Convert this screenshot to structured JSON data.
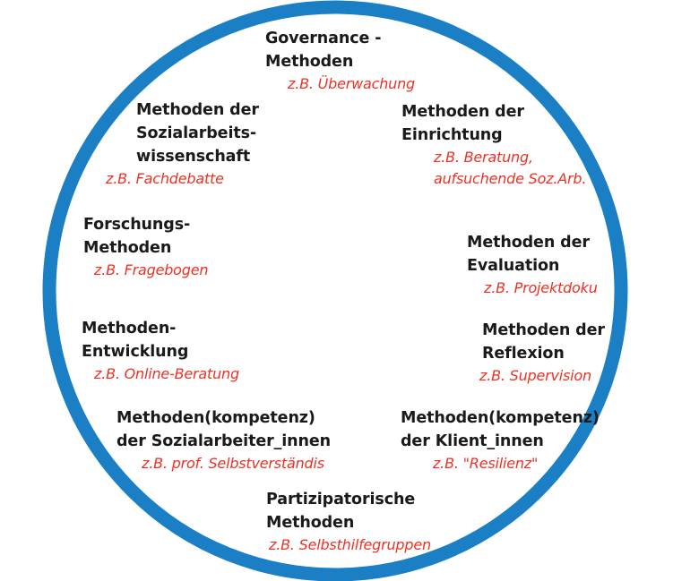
{
  "diagram": {
    "shape": "circle",
    "circle_color": "#1a7fc4",
    "title_color": "#1a1a1a",
    "example_color": "#ed3124",
    "blocks": [
      {
        "id": "governance",
        "title_lines": [
          "Governance -",
          "Methoden"
        ],
        "example_lines": [
          "z.B. Überwachung"
        ]
      },
      {
        "id": "sozialarbeitswissenschaft",
        "title_lines": [
          "Methoden der",
          "Sozialarbeits-",
          "wissenschaft"
        ],
        "example_lines": [
          "z.B. Fachdebatte"
        ]
      },
      {
        "id": "einrichtung",
        "title_lines": [
          "Methoden der",
          "Einrichtung"
        ],
        "example_lines": [
          "z.B. Beratung,",
          "aufsuchende Soz.Arb."
        ]
      },
      {
        "id": "forschung",
        "title_lines": [
          "Forschungs-",
          "Methoden"
        ],
        "example_lines": [
          "z.B. Fragebogen"
        ]
      },
      {
        "id": "evaluation",
        "title_lines": [
          "Methoden der",
          "Evaluation"
        ],
        "example_lines": [
          "z.B. Projektdoku"
        ]
      },
      {
        "id": "methodenentwicklung",
        "title_lines": [
          "Methoden-",
          "Entwicklung"
        ],
        "example_lines": [
          "z.B. Online-Beratung"
        ]
      },
      {
        "id": "reflexion",
        "title_lines": [
          "Methoden der",
          "Reflexion"
        ],
        "example_lines": [
          "z.B. Supervision"
        ]
      },
      {
        "id": "sozialarbeiter_innen",
        "title_lines": [
          "Methoden(kompetenz)",
          "der Sozialarbeiter_innen"
        ],
        "example_lines": [
          "z.B. prof. Selbstverständis"
        ]
      },
      {
        "id": "klient_innen",
        "title_lines": [
          "Methoden(kompetenz)",
          "der Klient_innen"
        ],
        "example_lines": [
          "z.B. \"Resilienz\""
        ]
      },
      {
        "id": "partizipatorisch",
        "title_lines": [
          "Partizipatorische",
          "Methoden"
        ],
        "example_lines": [
          "z.B. Selbsthilfegruppen"
        ]
      }
    ]
  }
}
